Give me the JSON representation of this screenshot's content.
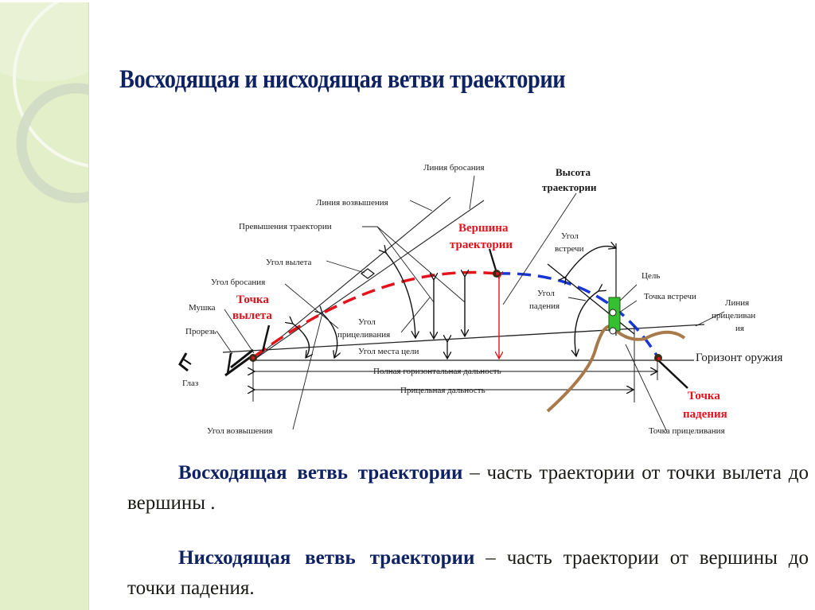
{
  "title": "Восходящая и нисходящая ветви траектории",
  "colors": {
    "title": "#0f2262",
    "ascending_branch": "#e3121b",
    "descending_branch": "#1736d6",
    "target": "#35c032",
    "terrain": "#a87a4b",
    "side_panel": "#e3efc8"
  },
  "diagram": {
    "labels": {
      "line_of_departure": "Линия бросания",
      "line_of_elevation": "Линия возвышения",
      "trajectory_excess": "Превышения траектории",
      "angle_of_departure": "Угол вылета",
      "angle_of_throw": "Угол бросания",
      "front_sight": "Мушка",
      "rear_sight_notch": "Прорезь",
      "eye": "Глаз",
      "angle_of_elevation": "Угол возвышения",
      "aiming_angle_line1": "Угол",
      "aiming_angle_line2": "прицеливания",
      "target_site_angle": "Угол места цели",
      "full_horizontal_range": "Полная горизонтальная дальность",
      "aimed_range": "Прицельная дальность",
      "trajectory_height_line1": "Высота",
      "trajectory_height_line2": "траектории",
      "summit_line1": "Вершина",
      "summit_line2": "траектории",
      "departure_point_line1": "Точка",
      "departure_point_line2": "вылета",
      "angle_of_meeting_line1": "Угол",
      "angle_of_meeting_line2": "встречи",
      "angle_of_fall_line1": "Угол",
      "angle_of_fall_line2": "падения",
      "target": "Цель",
      "meeting_point": "Точка встречи",
      "line_of_sight_line1": "Линия",
      "line_of_sight_line2": "прицеливан",
      "line_of_sight_line3": "ия",
      "weapon_horizon": "Горизонт оружия",
      "impact_point_line1": "Точка",
      "impact_point_line2": "падения",
      "aiming_point": "Точка прицеливания"
    }
  },
  "definitions": [
    {
      "term": "Восходящая ветвь траектории",
      "dash": "–",
      "text": "часть траектории от  точки вылета до вершины ."
    },
    {
      "term": "Нисходящая ветвь траектории",
      "dash": "–",
      "text": "часть траектории от вершины до точки падения."
    }
  ]
}
